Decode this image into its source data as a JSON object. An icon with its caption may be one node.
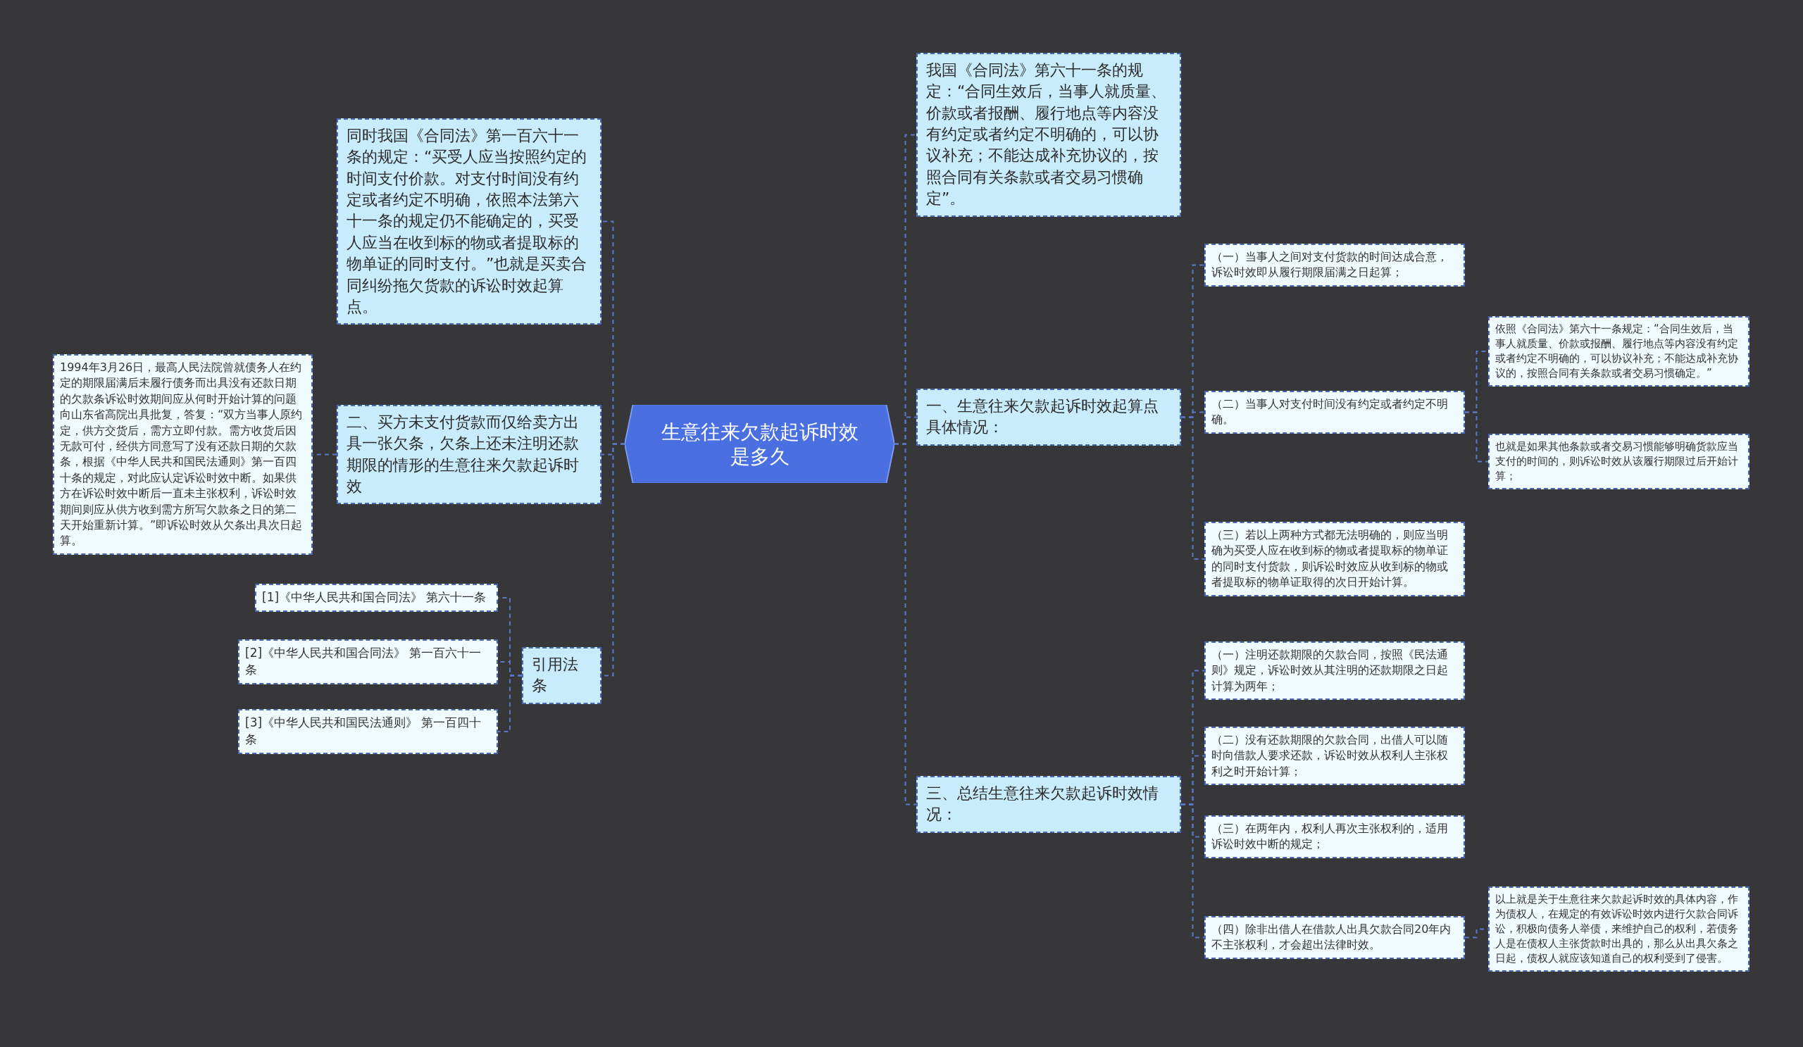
{
  "diagram": {
    "nodes": [
      {
        "text": [
          "生意往来欠款起诉时效是多久"
        ]
      },
      {
        "text": [
          "同时我国《合同法》第一百六十一条的规定：“买受人应当按照约定的时间支付价款。对支付时间没有约定或者约定不明确，依照本法第六十一条的规定仍不能确定的，买受人应当在收到标的物或者提取标的物单证的同时支付。”也就是买卖合同纠纷拖欠货款的诉讼时效起算点。"
        ]
      },
      {
        "text": [
          "二、买方未支付货款而仅给卖方出具一张欠条，欠条上还未注明还款期限的情形的生意往来欠款起诉时效"
        ]
      },
      {
        "text": [
          "1994年3月26日，最高人民法院曾就债务人在约定的期限届满后未履行债务而出具没有还款日期的欠款条诉讼时效期间应从何时开始计算的问题向山东省高院出具批复，答复：“双方当事人原约定，供方交货后，需方立即付款。需方收货后因无款可付，经供方同意写了没有还款日期的欠款条，根据《中华人民共和国民法通则》第一百四十条的规定，对此应认定诉讼时效中断。如果供方在诉讼时效中断后一直未主张权利，诉讼时效期间则应从供方收到需方所写欠款条之日的第二天开始重新计算。”即诉讼时效从欠条出具次日起算。"
        ]
      },
      {
        "text": [
          "引用法条"
        ]
      },
      {
        "text": [
          "[1]《中华人民共和国合同法》 第六十一条"
        ]
      },
      {
        "text": [
          "[2]《中华人民共和国合同法》 第一百六十一条"
        ]
      },
      {
        "text": [
          "[3]《中华人民共和国民法通则》 第一百四十条"
        ]
      },
      {
        "text": [
          "我国《合同法》第六十一条的规定：“合同生效后，当事人就质量、价款或者报酬、履行地点等内容没有约定或者约定不明确的，可以协议补充；不能达成补充协议的，按照合同有关条款或者交易习惯确定”。"
        ]
      },
      {
        "text": [
          "一、生意往来欠款起诉时效起算点具体情况："
        ]
      },
      {
        "text": [
          "（一）当事人之间对支付货款的时间达成合意，诉讼时效即从履行期限届满之日起算；"
        ]
      },
      {
        "text": [
          "（二）当事人对支付时间没有约定或者约定不明确。"
        ]
      },
      {
        "text": [
          "依照《合同法》第六十一条规定：“合同生效后，当事人就质量、价款或报酬、履行地点等内容没有约定或者约定不明确的，可以协议补充；不能达成补充协议的，按照合同有关条款或者交易习惯确定。”"
        ]
      },
      {
        "text": [
          "也就是如果其他条款或者交易习惯能够明确货款应当支付的时间的，则诉讼时效从该履行期限过后开始计算；"
        ]
      },
      {
        "text": [
          "（三）若以上两种方式都无法明确的，则应当明确为买受人应在收到标的物或者提取标的物单证的同时支付货款，则诉讼时效应从收到标的物或者提取标的物单证取得的次日开始计算。"
        ]
      },
      {
        "text": [
          "三、总结生意往来欠款起诉时效情况："
        ]
      },
      {
        "text": [
          "（一）注明还款期限的欠款合同，按照《民法通则》规定，诉讼时效从其注明的还款期限之日起计算为两年；"
        ]
      },
      {
        "text": [
          "（二）没有还款期限的欠款合同，出借人可以随时向借款人要求还款，诉讼时效从权利人主张权利之时开始计算；"
        ]
      },
      {
        "text": [
          "（三）在两年内，权利人再次主张权利的，适用诉讼时效中断的规定；"
        ]
      },
      {
        "text": [
          "（四）除非出借人在借款人出具欠款合同20年内不主张权利，才会超出法律时效。"
        ]
      },
      {
        "text": [
          "以上就是关于生意往来欠款起诉时效的具体内容，作为债权人，在规定的有效诉讼时效内进行欠款合同诉讼，积极向债务人举债，来维护自己的权利，若债务人是在债权人主张货款时出具的，那么从出具欠条之日起，债权人就应该知道自己的权利受到了侵害。"
        ]
      }
    ],
    "edges": [
      {
        "from": 0,
        "to": 1,
        "arrow": "none"
      },
      {
        "from": 0,
        "to": 2,
        "arrow": "none"
      },
      {
        "from": 2,
        "to": 3,
        "arrow": "none"
      },
      {
        "from": 0,
        "to": 4,
        "arrow": "none"
      },
      {
        "from": 4,
        "to": 5,
        "arrow": "none"
      },
      {
        "from": 4,
        "to": 6,
        "arrow": "none"
      },
      {
        "from": 4,
        "to": 7,
        "arrow": "none"
      },
      {
        "from": 0,
        "to": 8,
        "arrow": "none"
      },
      {
        "from": 0,
        "to": 9,
        "arrow": "none"
      },
      {
        "from": 9,
        "to": 10,
        "arrow": "none"
      },
      {
        "from": 9,
        "to": 11,
        "arrow": "none"
      },
      {
        "from": 11,
        "to": 12,
        "arrow": "none"
      },
      {
        "from": 11,
        "to": 13,
        "arrow": "none"
      },
      {
        "from": 9,
        "to": 14,
        "arrow": "none"
      },
      {
        "from": 0,
        "to": 15,
        "arrow": "none"
      },
      {
        "from": 15,
        "to": 16,
        "arrow": "none"
      },
      {
        "from": 15,
        "to": 17,
        "arrow": "none"
      },
      {
        "from": 15,
        "to": 18,
        "arrow": "none"
      },
      {
        "from": 15,
        "to": 19,
        "arrow": "none"
      },
      {
        "from": 19,
        "to": 20,
        "arrow": "none"
      }
    ]
  }
}
